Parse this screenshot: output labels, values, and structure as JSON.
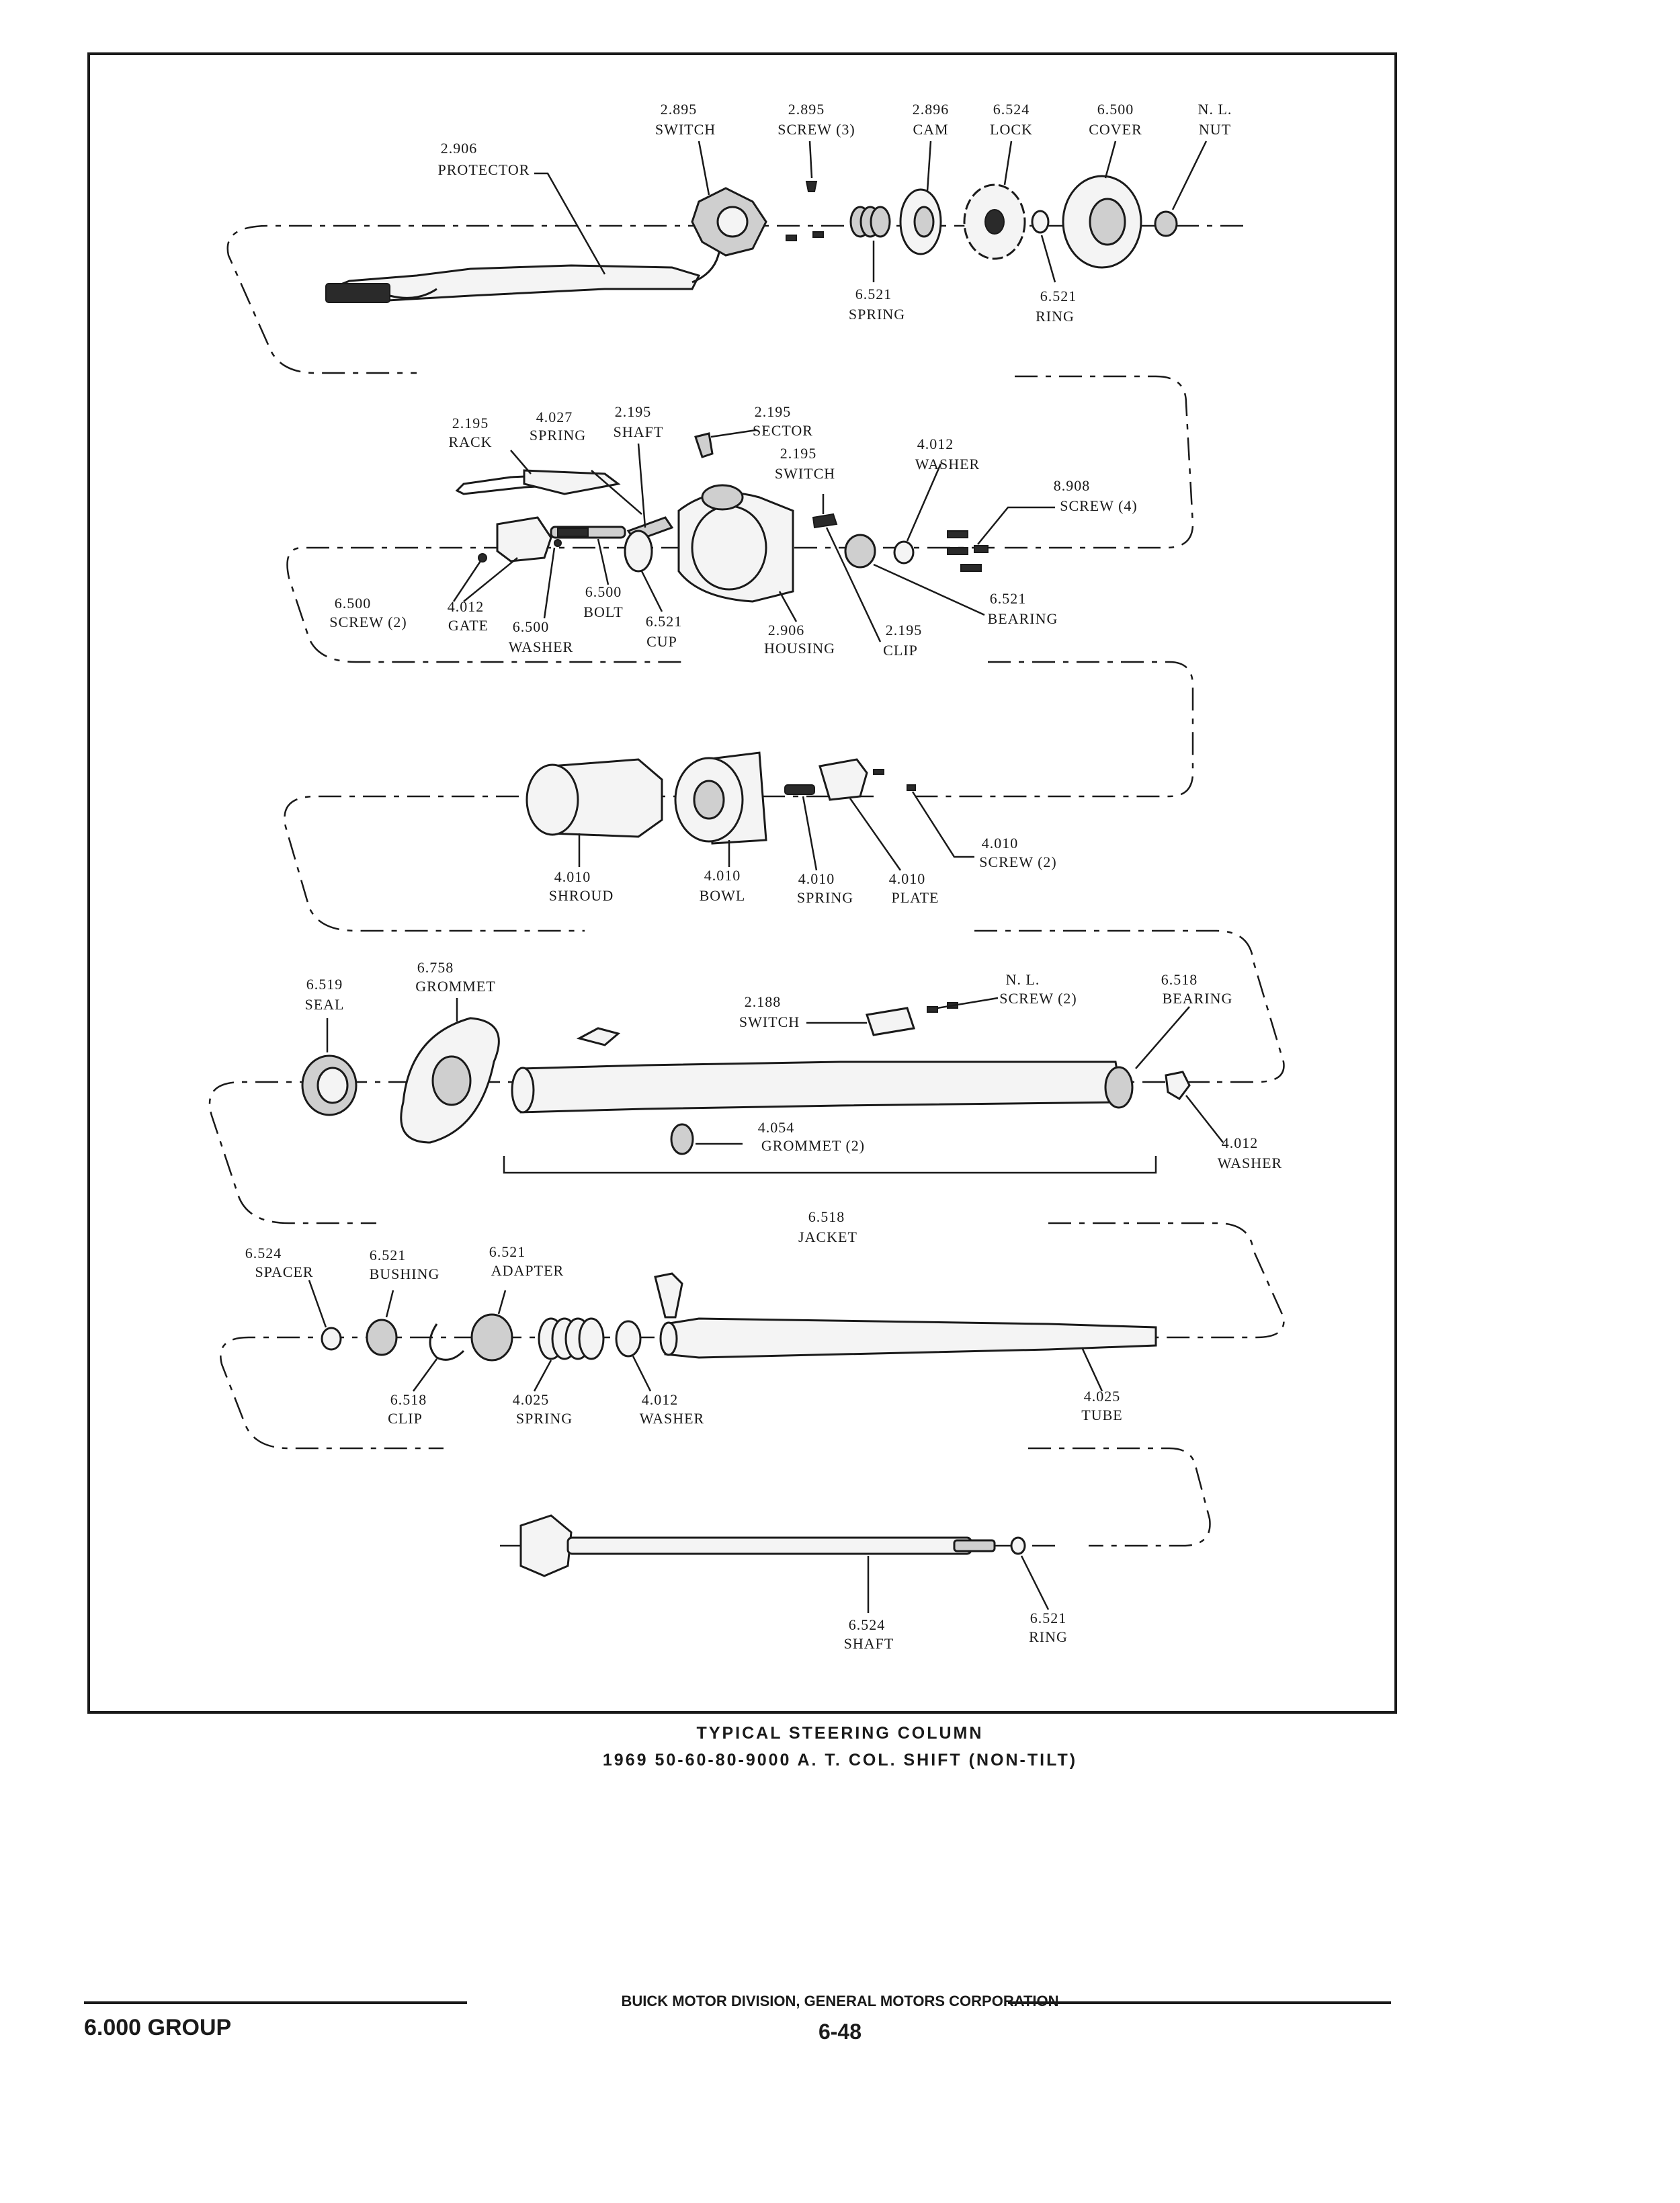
{
  "labels": [
    {
      "id": "switch-2895",
      "code": "2.895",
      "name": "SWITCH"
    },
    {
      "id": "screw-2895",
      "code": "2.895",
      "name": "SCREW (3)"
    },
    {
      "id": "cam-2896",
      "code": "2.896",
      "name": "CAM"
    },
    {
      "id": "lock-6524",
      "code": "6.524",
      "name": "LOCK"
    },
    {
      "id": "cover-6500",
      "code": "6.500",
      "name": "COVER"
    },
    {
      "id": "nut-nl",
      "code": "N. L.",
      "name": "NUT"
    },
    {
      "id": "protector-2906",
      "code": "2.906",
      "name": "PROTECTOR"
    },
    {
      "id": "spring-6521",
      "code": "6.521",
      "name": "SPRING"
    },
    {
      "id": "ring-6521-a",
      "code": "6.521",
      "name": "RING"
    },
    {
      "id": "rack-2195",
      "code": "2.195",
      "name": "RACK"
    },
    {
      "id": "spring-4027",
      "code": "4.027",
      "name": "SPRING"
    },
    {
      "id": "shaft-2195",
      "code": "2.195",
      "name": "SHAFT"
    },
    {
      "id": "sector-2195",
      "code": "2.195",
      "name": "SECTOR"
    },
    {
      "id": "switch-2195",
      "code": "2.195",
      "name": "SWITCH"
    },
    {
      "id": "washer-4012-a",
      "code": "4.012",
      "name": "WASHER"
    },
    {
      "id": "screw-8908",
      "code": "8.908",
      "name": "SCREW (4)"
    },
    {
      "id": "screw-6500",
      "code": "6.500",
      "name": "SCREW (2)"
    },
    {
      "id": "gate-4012",
      "code": "4.012",
      "name": "GATE"
    },
    {
      "id": "washer-6500",
      "code": "6.500",
      "name": "WASHER"
    },
    {
      "id": "bolt-6500",
      "code": "6.500",
      "name": "BOLT"
    },
    {
      "id": "cup-6521",
      "code": "6.521",
      "name": "CUP"
    },
    {
      "id": "housing-2906",
      "code": "2.906",
      "name": "HOUSING"
    },
    {
      "id": "clip-2195",
      "code": "2.195",
      "name": "CLIP"
    },
    {
      "id": "bearing-6521",
      "code": "6.521",
      "name": "BEARING"
    },
    {
      "id": "shroud-4010",
      "code": "4.010",
      "name": "SHROUD"
    },
    {
      "id": "bowl-4010",
      "code": "4.010",
      "name": "BOWL"
    },
    {
      "id": "spring-4010",
      "code": "4.010",
      "name": "SPRING"
    },
    {
      "id": "plate-4010",
      "code": "4.010",
      "name": "PLATE"
    },
    {
      "id": "screw-4010",
      "code": "4.010",
      "name": "SCREW (2)"
    },
    {
      "id": "seal-6519",
      "code": "6.519",
      "name": "SEAL"
    },
    {
      "id": "grommet-6758",
      "code": "6.758",
      "name": "GROMMET"
    },
    {
      "id": "switch-2188",
      "code": "2.188",
      "name": "SWITCH"
    },
    {
      "id": "screw-nl",
      "code": "N. L.",
      "name": "SCREW (2)"
    },
    {
      "id": "bearing-6518",
      "code": "6.518",
      "name": "BEARING"
    },
    {
      "id": "grommet-4054",
      "code": "4.054",
      "name": "GROMMET (2)"
    },
    {
      "id": "washer-4012-b",
      "code": "4.012",
      "name": "WASHER"
    },
    {
      "id": "jacket-6518",
      "code": "6.518",
      "name": "JACKET"
    },
    {
      "id": "spacer-6524",
      "code": "6.524",
      "name": "SPACER"
    },
    {
      "id": "bushing-6521",
      "code": "6.521",
      "name": "BUSHING"
    },
    {
      "id": "adapter-6521",
      "code": "6.521",
      "name": "ADAPTER"
    },
    {
      "id": "clip-6518",
      "code": "6.518",
      "name": "CLIP"
    },
    {
      "id": "spring-4025",
      "code": "4.025",
      "name": "SPRING"
    },
    {
      "id": "washer-4012-c",
      "code": "4.012",
      "name": "WASHER"
    },
    {
      "id": "tube-4025",
      "code": "4.025",
      "name": "TUBE"
    },
    {
      "id": "shaft-6524",
      "code": "6.524",
      "name": "SHAFT"
    },
    {
      "id": "ring-6521-b",
      "code": "6.521",
      "name": "RING"
    }
  ],
  "caption": {
    "title": "TYPICAL STEERING COLUMN",
    "subtitle": "1969 50-60-80-9000 A. T. COL. SHIFT (NON-TILT)"
  },
  "footer": {
    "group": "6.000 GROUP",
    "division": "BUICK MOTOR DIVISION, GENERAL MOTORS CORPORATION",
    "page": "6-48"
  }
}
